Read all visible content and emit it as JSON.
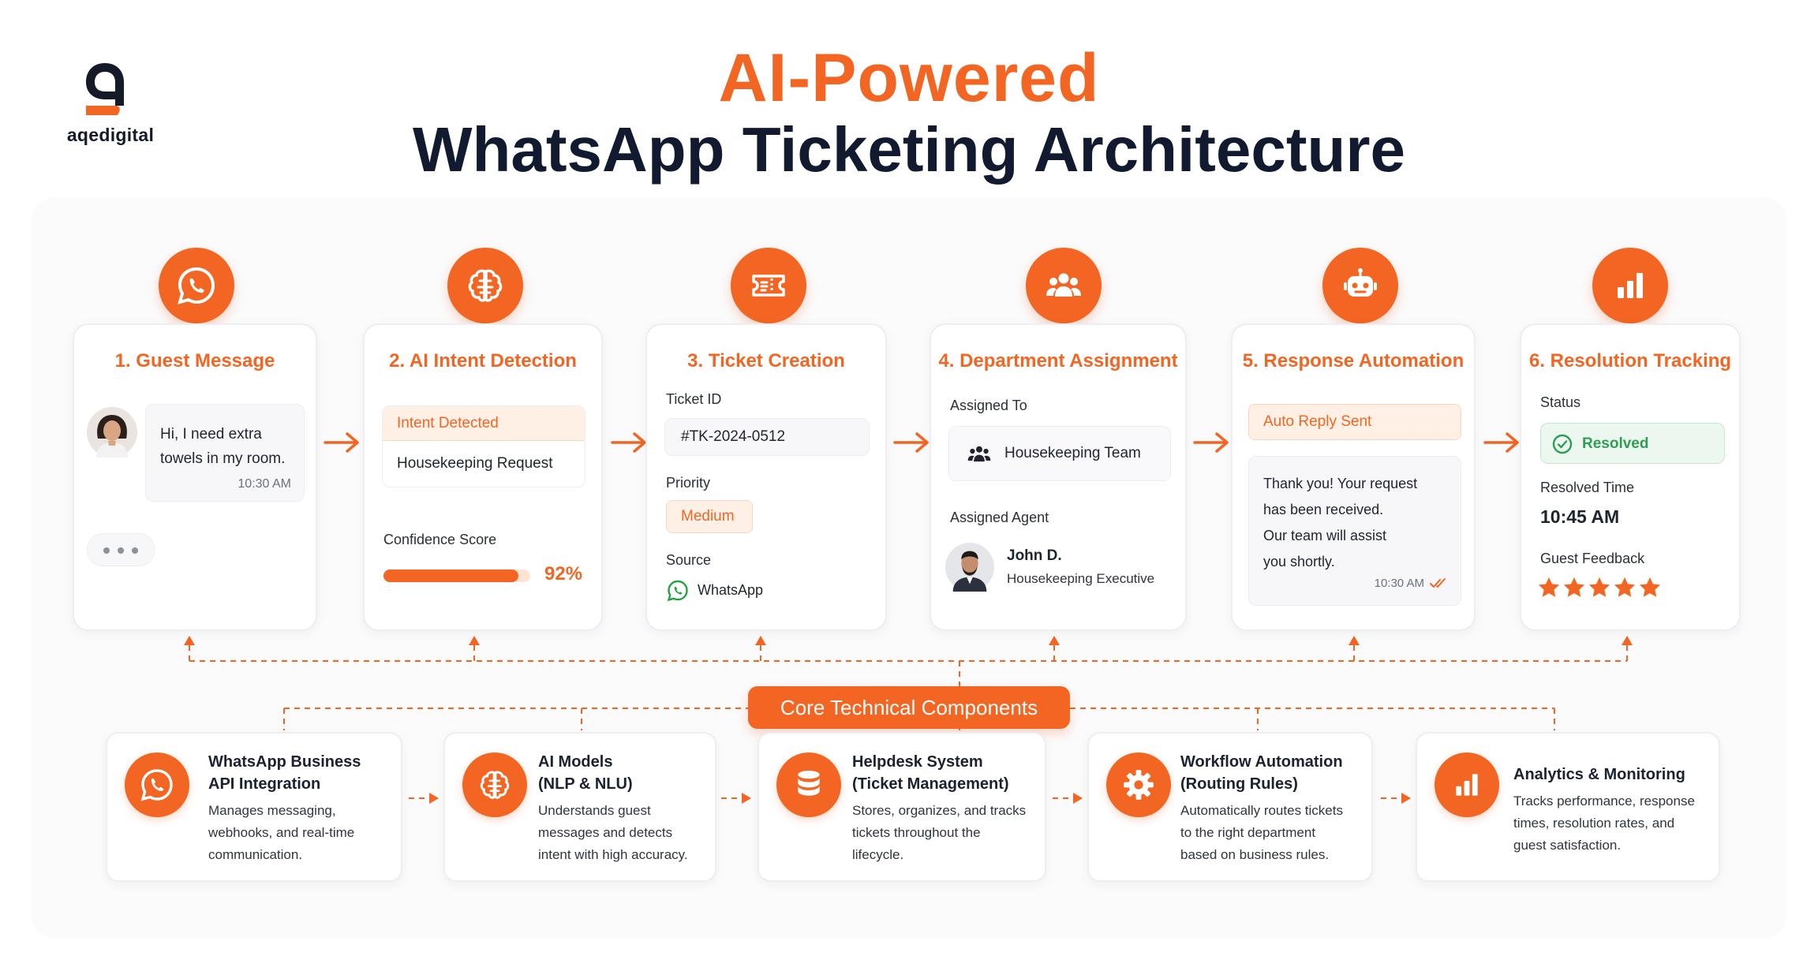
{
  "brand": {
    "name": "aqedigital"
  },
  "title": {
    "line1": "AI-Powered",
    "line2": "WhatsApp Ticketing Architecture"
  },
  "colors": {
    "accent": "#f26522",
    "dark": "#111a2e",
    "success": "#2e9e52"
  },
  "steps": [
    {
      "title": "1. Guest Message",
      "icon": "whatsapp-icon",
      "message_lines": [
        "Hi, I need extra",
        "towels in my room."
      ],
      "time": "10:30 AM"
    },
    {
      "title": "2. AI Intent Detection",
      "icon": "brain-icon",
      "intent_label": "Intent Detected",
      "intent_value": "Housekeeping Request",
      "confidence_label": "Confidence Score",
      "confidence_value": "92%",
      "confidence_fraction": 0.92
    },
    {
      "title": "3. Ticket Creation",
      "icon": "ticket-icon",
      "ticket_id_label": "Ticket ID",
      "ticket_id": "#TK-2024-0512",
      "priority_label": "Priority",
      "priority": "Medium",
      "source_label": "Source",
      "source": "WhatsApp"
    },
    {
      "title": "4. Department Assignment",
      "icon": "team-icon",
      "assigned_to_label": "Assigned To",
      "assigned_to": "Housekeeping Team",
      "agent_label": "Assigned Agent",
      "agent_name": "John D.",
      "agent_role": "Housekeeping Executive"
    },
    {
      "title": "5. Response Automation",
      "icon": "robot-icon",
      "auto_label": "Auto Reply Sent",
      "reply_lines": [
        "Thank you! Your request",
        "has been received.",
        "Our team will assist",
        "you shortly."
      ],
      "time": "10:30 AM"
    },
    {
      "title": "6. Resolution Tracking",
      "icon": "bar-chart-icon",
      "status_label": "Status",
      "status": "Resolved",
      "resolved_time_label": "Resolved Time",
      "resolved_time": "10:45 AM",
      "feedback_label": "Guest Feedback",
      "rating": 5,
      "rating_max": 5
    }
  ],
  "core": {
    "banner": "Core Technical Components",
    "components": [
      {
        "icon": "whatsapp-icon",
        "title_lines": [
          "WhatsApp Business",
          "API Integration"
        ],
        "desc_lines": [
          "Manages messaging,",
          "webhooks, and real-time",
          "communication."
        ]
      },
      {
        "icon": "brain-icon",
        "title_lines": [
          "AI Models",
          "(NLP & NLU)"
        ],
        "desc_lines": [
          "Understands guest",
          "messages and detects",
          "intent with high accuracy."
        ]
      },
      {
        "icon": "database-icon",
        "title_lines": [
          "Helpdesk System",
          "(Ticket Management)"
        ],
        "desc_lines": [
          "Stores, organizes, and tracks",
          "tickets throughout the",
          "lifecycle."
        ]
      },
      {
        "icon": "gear-icon",
        "title_lines": [
          "Workflow Automation",
          "(Routing Rules)"
        ],
        "desc_lines": [
          "Automatically routes tickets",
          "to the right department",
          "based on business rules."
        ]
      },
      {
        "icon": "bar-chart-icon",
        "title_lines": [
          "Analytics & Monitoring"
        ],
        "desc_lines": [
          "Tracks performance, response",
          "times, resolution rates, and",
          "guest satisfaction."
        ]
      }
    ]
  }
}
